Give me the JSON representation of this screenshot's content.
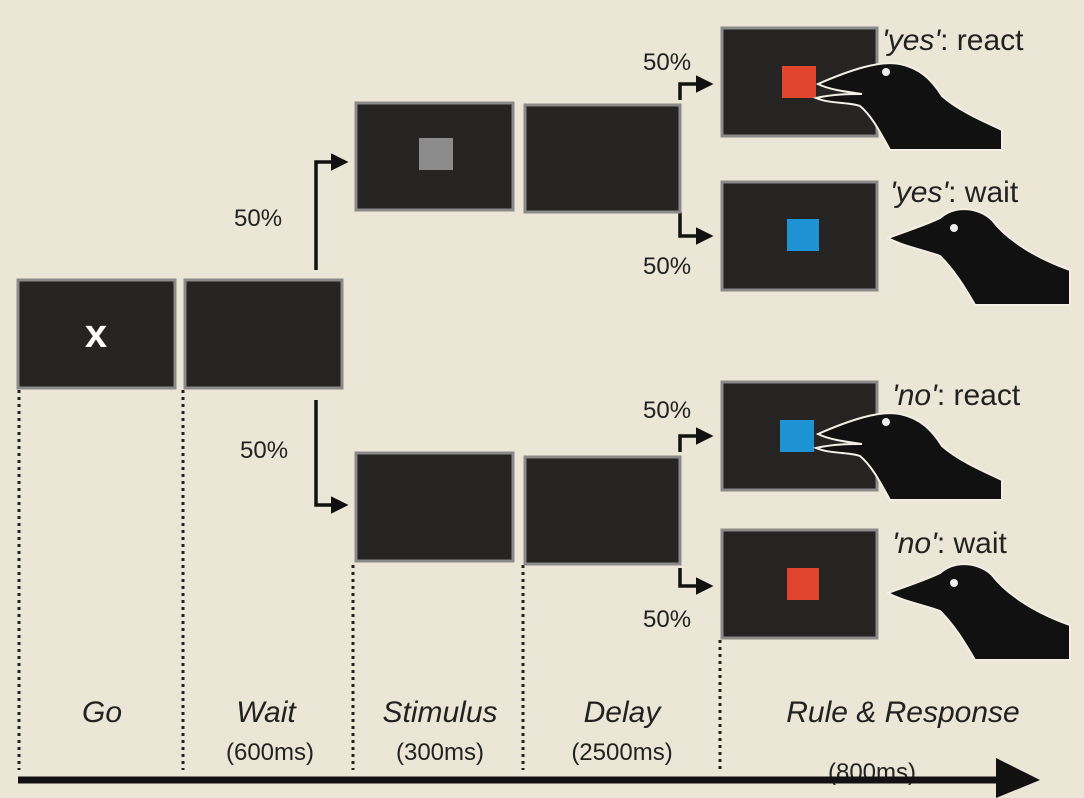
{
  "colors": {
    "background": "#ece6d6",
    "screen": "#262423",
    "frame": "#8a8a8a",
    "stim_grey": "#8c8c8c",
    "red": "#e0452e",
    "blue": "#1e93d3",
    "crow": "#111111"
  },
  "go_symbol": "x",
  "branch_pct": {
    "upper": "50%",
    "lower": "50%",
    "yes_react": "50%",
    "yes_wait": "50%",
    "no_react": "50%",
    "no_wait": "50%"
  },
  "rules": {
    "yes_react": {
      "word": "'yes'",
      "rest": ": react",
      "stimulus_color": "red",
      "action": "react"
    },
    "yes_wait": {
      "word": "'yes'",
      "rest": ": wait",
      "stimulus_color": "blue",
      "action": "wait"
    },
    "no_react": {
      "word": "'no'",
      "rest": ": react",
      "stimulus_color": "blue",
      "action": "react"
    },
    "no_wait": {
      "word": "'no'",
      "rest": ": wait",
      "stimulus_color": "red",
      "action": "wait"
    }
  },
  "phases": [
    {
      "label": "Go",
      "duration": ""
    },
    {
      "label": "Wait",
      "duration": "(600ms)"
    },
    {
      "label": "Stimulus",
      "duration": "(300ms)"
    },
    {
      "label": "Delay",
      "duration": "(2500ms)"
    },
    {
      "label": "Rule & Response",
      "duration": "(800ms)"
    }
  ]
}
